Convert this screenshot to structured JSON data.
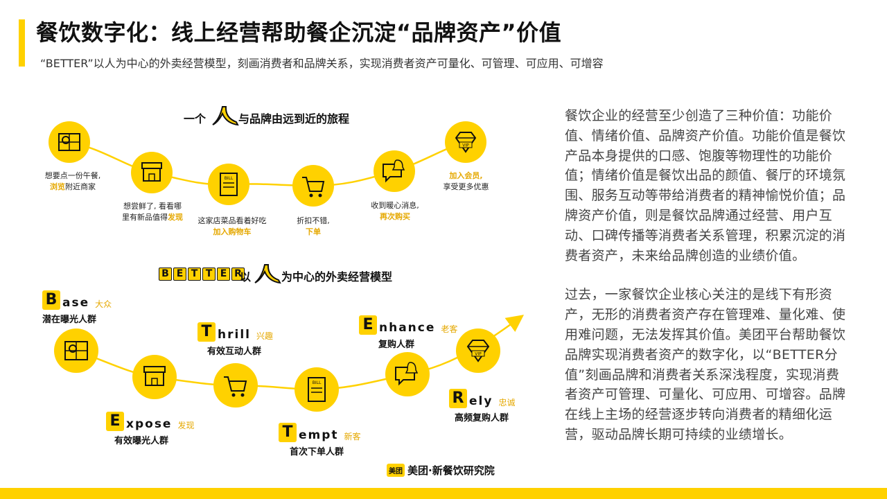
{
  "header": {
    "title": "餐饮数字化：线上经营帮助餐企沉淀“品牌资产”价值",
    "subtitle": "“BETTER”以人为中心的外卖经营模型，刻画消费者和品牌关系，实现消费者资产可量化、可管理、可应用、可增容"
  },
  "journey": {
    "title_pre": "一个",
    "title_post": "与品牌由远到近的旅程",
    "steps": [
      {
        "icon": "map-icon",
        "line1": "想要点一份午餐,",
        "hl": "浏览",
        "line2": "附近商家"
      },
      {
        "icon": "shop-icon",
        "line1": "想尝鲜了, 看看哪",
        "line2": "里有新品值得",
        "hl": "发现"
      },
      {
        "icon": "bill-icon",
        "line1": "这家店菜品看着好吃",
        "hl": "加入购物车"
      },
      {
        "icon": "cart-icon",
        "line1": "折扣不错,",
        "hl": "下单"
      },
      {
        "icon": "message-bell-icon",
        "line1": "收到暖心消息,",
        "hl": "再次购买"
      },
      {
        "icon": "vip-diamond-icon",
        "hl": "加入会员,",
        "line2": "享受更多优惠"
      }
    ]
  },
  "model": {
    "word": [
      "B",
      "E",
      "T",
      "T",
      "E",
      "R"
    ],
    "title_pre": "以",
    "title_post": "为中心的外卖经营模型",
    "stages": [
      {
        "letter": "B",
        "rest": "ase",
        "cn": "大众",
        "desc": "潜在曝光人群"
      },
      {
        "letter": "E",
        "rest": "xpose",
        "cn": "发现",
        "desc": "有效曝光人群"
      },
      {
        "letter": "T",
        "rest": "hrill",
        "cn": "兴趣",
        "desc": "有效互动人群"
      },
      {
        "letter": "T",
        "rest": "empt",
        "cn": "新客",
        "desc": "首次下单人群"
      },
      {
        "letter": "E",
        "rest": "nhance",
        "cn": "老客",
        "desc": "复购人群"
      },
      {
        "letter": "R",
        "rest": "ely",
        "cn": "忠诚",
        "desc": "高频复购人群"
      }
    ]
  },
  "body": {
    "para1": "餐饮企业的经营至少创造了三种价值：功能价值、情绪价值、品牌资产价值。功能价值是餐饮产品本身提供的口感、饱腹等物理性的功能价值；情绪价值是餐饮出品的颜值、餐厅的环境氛围、服务互动等带给消费者的精神愉悦价值；品牌资产价值，则是餐饮品牌通过经营、用户互动、口碑传播等消费者关系管理，积累沉淀的消费者资产，未来给品牌创造的业绩价值。",
    "para2": "过去，一家餐饮企业核心关注的是线下有形资产，无形的消费者资产存在管理难、量化难、使用难问题，无法发挥其价值。美团平台帮助餐饮品牌实现消费者资产的数字化，以“BETTER分值”刻画品牌和消费者关系深浅程度，实现消费者资产可管理、可量化、可应用、可增容。品牌在线上主场的经营逐步转向消费者的精细化运营，驱动品牌长期可持续的业绩增长。"
  },
  "footer": {
    "logo_box": "美团",
    "logo_text": "美团·新餐饮研究院"
  },
  "colors": {
    "accent": "#FFD100",
    "highlight": "#E5A800",
    "text": "#222222"
  }
}
